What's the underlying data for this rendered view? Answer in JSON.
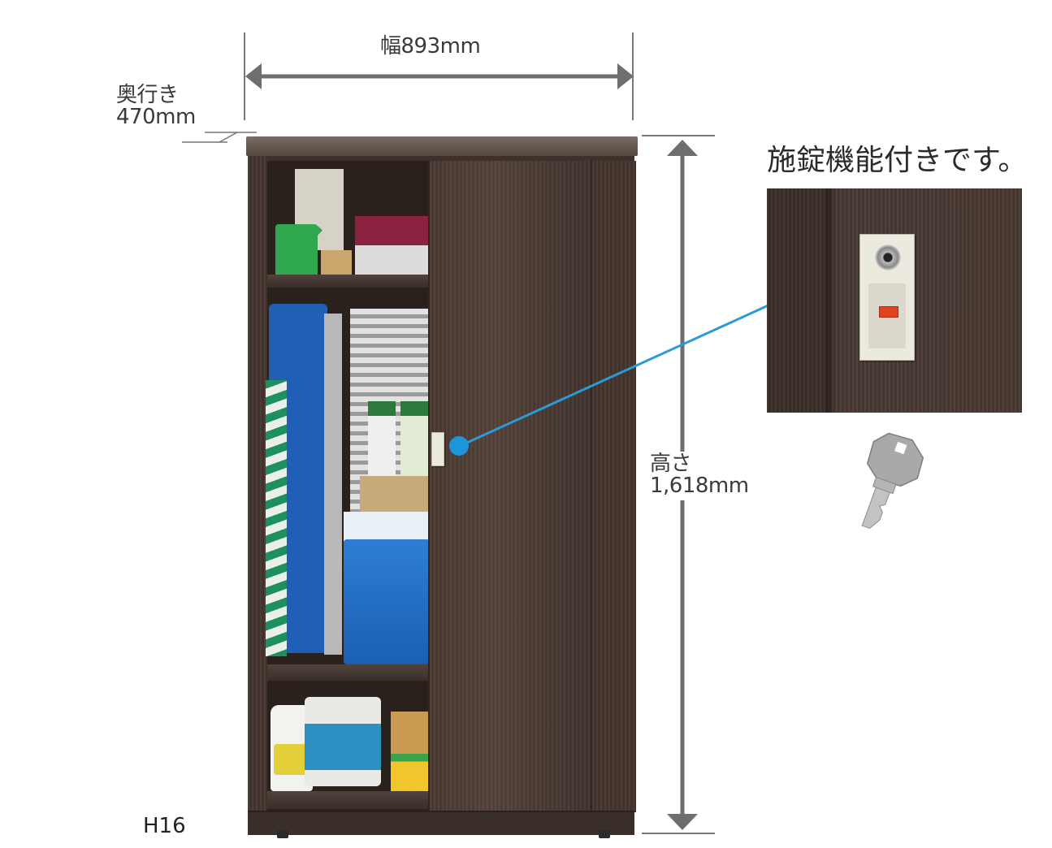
{
  "dimensions": {
    "width_label": "幅893mm",
    "depth_label_line1": "奥行き",
    "depth_label_line2": "470mm",
    "height_label_line1": "高さ",
    "height_label_line2": "1,618mm"
  },
  "callout": {
    "title": "施錠機能付きです。",
    "accent_color": "#1e95db"
  },
  "model": {
    "name": "H16"
  },
  "icons": {
    "arrow": "double-arrow",
    "key": "key-icon",
    "lock": "lock-icon"
  }
}
